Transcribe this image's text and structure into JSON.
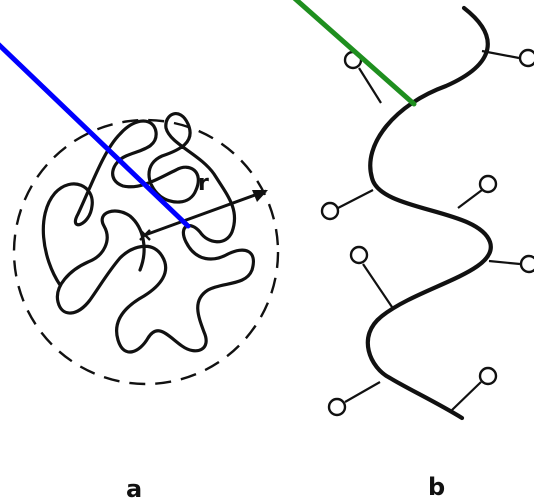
{
  "labels": {
    "panel_a": "a",
    "panel_b": "b",
    "radius": "r"
  },
  "colors": {
    "ink": "#111111",
    "pointer_a": "#0000ff",
    "pointer_b": "#1f8f1f",
    "background": "#ffffff"
  }
}
